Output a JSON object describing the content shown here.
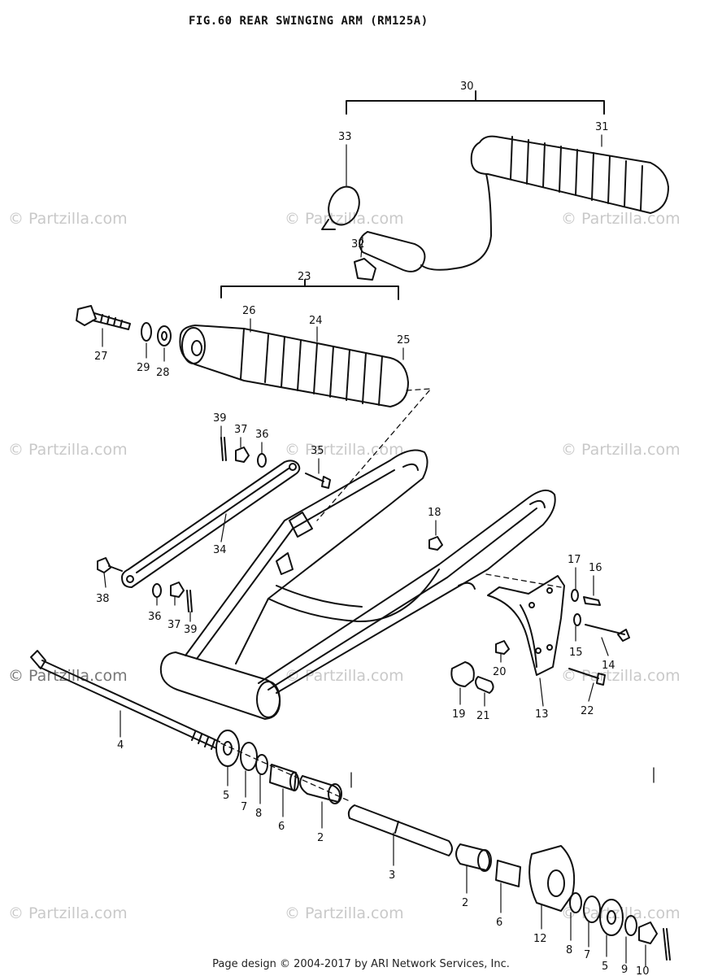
{
  "title": "FIG.60  REAR SWINGING ARM (RM125A)",
  "watermark": "© Partzilla.com",
  "footer": "Page design © 2004-2017 by ARI Network Services, Inc.",
  "callouts": [
    {
      "id": "c30",
      "text": "30"
    },
    {
      "id": "c31",
      "text": "31"
    },
    {
      "id": "c33",
      "text": "33"
    },
    {
      "id": "c32",
      "text": "32"
    },
    {
      "id": "c23",
      "text": "23"
    },
    {
      "id": "c26",
      "text": "26"
    },
    {
      "id": "c24",
      "text": "24"
    },
    {
      "id": "c25",
      "text": "25"
    },
    {
      "id": "c27",
      "text": "27"
    },
    {
      "id": "c29",
      "text": "29"
    },
    {
      "id": "c28",
      "text": "28"
    },
    {
      "id": "c39a",
      "text": "39"
    },
    {
      "id": "c37a",
      "text": "37"
    },
    {
      "id": "c36a",
      "text": "36"
    },
    {
      "id": "c35",
      "text": "35"
    },
    {
      "id": "c34",
      "text": "34"
    },
    {
      "id": "c38",
      "text": "38"
    },
    {
      "id": "c36b",
      "text": "36"
    },
    {
      "id": "c37b",
      "text": "37"
    },
    {
      "id": "c39b",
      "text": "39"
    },
    {
      "id": "c18",
      "text": "18"
    },
    {
      "id": "c17",
      "text": "17"
    },
    {
      "id": "c16",
      "text": "16"
    },
    {
      "id": "c15",
      "text": "15"
    },
    {
      "id": "c14",
      "text": "14"
    },
    {
      "id": "c20",
      "text": "20"
    },
    {
      "id": "c19",
      "text": "19"
    },
    {
      "id": "c21",
      "text": "21"
    },
    {
      "id": "c13",
      "text": "13"
    },
    {
      "id": "c22",
      "text": "22"
    },
    {
      "id": "c4",
      "text": "4"
    },
    {
      "id": "c5a",
      "text": "5"
    },
    {
      "id": "c7a",
      "text": "7"
    },
    {
      "id": "c8a",
      "text": "8"
    },
    {
      "id": "c6a",
      "text": "6"
    },
    {
      "id": "c2a",
      "text": "2"
    },
    {
      "id": "c3",
      "text": "3"
    },
    {
      "id": "c2b",
      "text": "2"
    },
    {
      "id": "c6b",
      "text": "6"
    },
    {
      "id": "c12",
      "text": "12"
    },
    {
      "id": "c8b",
      "text": "8"
    },
    {
      "id": "c7b",
      "text": "7"
    },
    {
      "id": "c5b",
      "text": "5"
    },
    {
      "id": "c9",
      "text": "9"
    },
    {
      "id": "c10",
      "text": "10"
    }
  ],
  "colors": {
    "ink": "#111111",
    "watermark": "#c9c9c9",
    "background": "#ffffff"
  }
}
